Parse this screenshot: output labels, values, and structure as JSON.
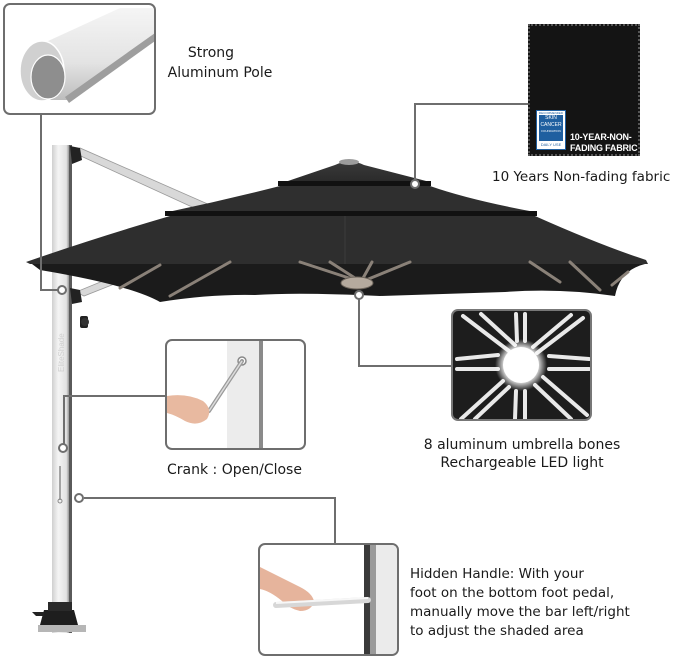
{
  "features": {
    "pole": {
      "label_line1": "Strong",
      "label_line2": "Aluminum Pole",
      "icon": "aluminum-pole-profile-icon"
    },
    "fabric": {
      "label": "10 Years Non-fading fabric",
      "swatch_text_line1": "10-YEAR-NON-",
      "swatch_text_line2": "FADING FABRIC",
      "badge_top": "RECOMMENDED",
      "badge_line1": "SKIN",
      "badge_line2": "CANCER",
      "badge_line3": "FOUNDATION",
      "badge_bottom": "DAILY USE",
      "swatch_color": "#141414",
      "badge_color": "#1f5fa0"
    },
    "bones": {
      "label_line1": "8 aluminum umbrella bones",
      "label_line2": "Rechargeable LED light",
      "icon": "led-light-bones-icon"
    },
    "crank": {
      "label": "Crank : Open/Close",
      "icon": "crank-handle-icon"
    },
    "handle": {
      "label_line1": "Hidden Handle: With your",
      "label_line2": "foot on the bottom foot pedal,",
      "label_line3": "manually move the bar left/right",
      "label_line4": "to adjust the shaded area",
      "icon": "hidden-handle-icon"
    }
  },
  "product": {
    "brand_on_pole": "EliteShade",
    "canopy_color": "#2b2b2b",
    "pole_color": "#e6e6e6",
    "leader_color": "#6e6e6e"
  }
}
